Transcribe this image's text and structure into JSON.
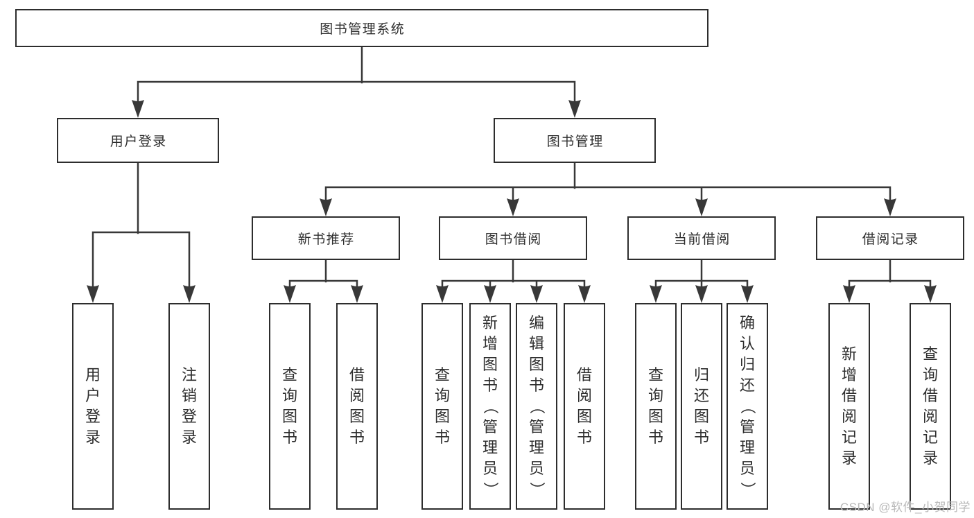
{
  "tree": {
    "label": "图书管理系统",
    "children": [
      {
        "label": "用户登录",
        "children": [
          {
            "label": "用户登录"
          },
          {
            "label": "注销登录"
          }
        ]
      },
      {
        "label": "图书管理",
        "children": [
          {
            "label": "新书推荐",
            "children": [
              {
                "label": "查询图书"
              },
              {
                "label": "借阅图书"
              }
            ]
          },
          {
            "label": "图书借阅",
            "children": [
              {
                "label": "查询图书"
              },
              {
                "label": "新增图书（管理员）"
              },
              {
                "label": "编辑图书（管理员）"
              },
              {
                "label": "借阅图书"
              }
            ]
          },
          {
            "label": "当前借阅",
            "children": [
              {
                "label": "查询图书"
              },
              {
                "label": "归还图书"
              },
              {
                "label": "确认归还（管理员）"
              }
            ]
          },
          {
            "label": "借阅记录",
            "children": [
              {
                "label": "新增借阅记录"
              },
              {
                "label": "查询借阅记录"
              }
            ]
          }
        ]
      }
    ]
  },
  "watermark": {
    "text": "CSDN @软件_小贺同学"
  },
  "colors": {
    "line": "#383838",
    "border": "#2d2d2d",
    "text": "#2e2e2e",
    "background": "#ffffff",
    "watermark": "#b9b9b9"
  }
}
